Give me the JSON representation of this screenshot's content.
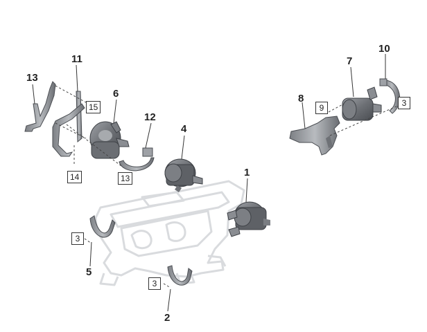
{
  "callouts": {
    "c13a": "13",
    "c11": "11",
    "c6": "6",
    "c12": "12",
    "c4": "4",
    "c1": "1",
    "c5": "5",
    "c2": "2",
    "c7": "7",
    "c10": "10",
    "c8": "8"
  },
  "boxes": {
    "b15": "15",
    "b14": "14",
    "b13": "13",
    "b3a": "3",
    "b3b": "3",
    "b3c": "3",
    "b9": "9"
  },
  "colors": {
    "part_dark": "#5b5e63",
    "part_mid": "#8d9095",
    "part_light": "#c9cbce",
    "frame_ghost": "#e1e3e5",
    "leader": "#333333"
  }
}
